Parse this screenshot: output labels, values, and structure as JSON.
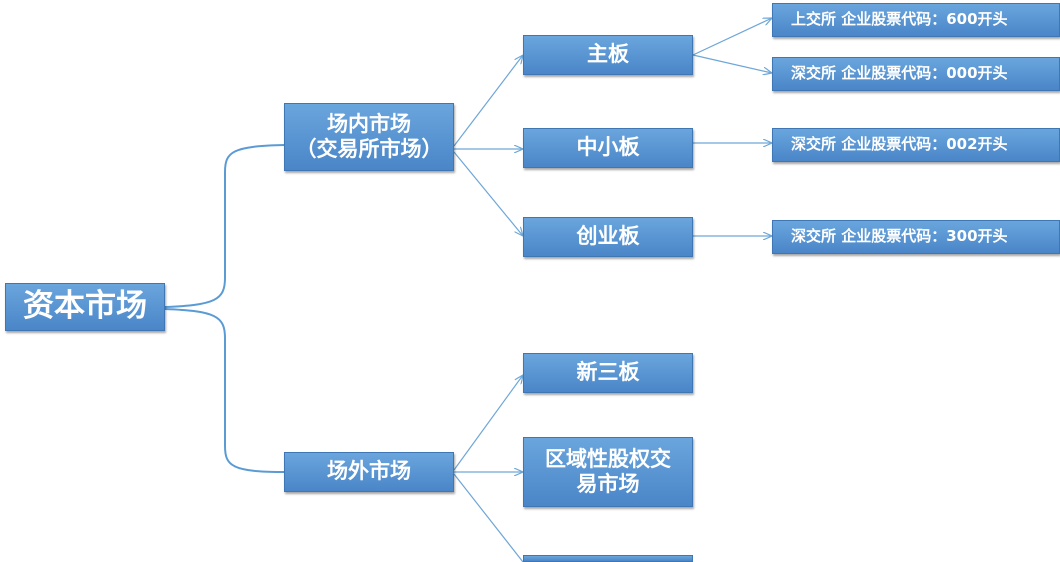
{
  "root": "资本市场",
  "onexchange": {
    "line1": "场内市场",
    "line2": "（交易所市场）"
  },
  "otc": "场外市场",
  "main_board": "主板",
  "sme_board": "中小板",
  "chinext": "创业板",
  "neeq": "新三板",
  "regional": {
    "line1": "区域性股权交",
    "line2": "易市场"
  },
  "codes": {
    "sh": "上交所 企业股票代码：600开头",
    "sz_main": "深交所 企业股票代码：000开头",
    "sz_sme": "深交所 企业股票代码：002开头",
    "sz_chinext": "深交所 企业股票代码：300开头"
  },
  "colors": {
    "box": "#5b9bd5",
    "line": "#6ea6d8"
  }
}
